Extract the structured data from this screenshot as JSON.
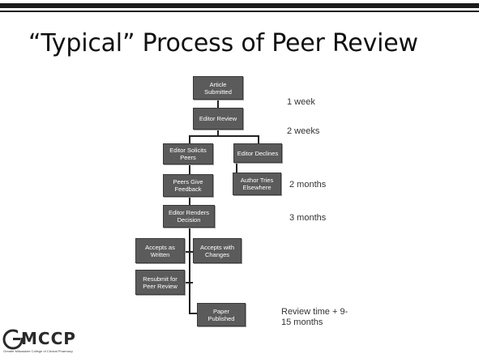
{
  "slide": {
    "title": "“Typical” Process of Peer Review"
  },
  "flowchart": {
    "nodes": {
      "article_submitted": "Article\nSubmitted",
      "editor_review": "Editor Review",
      "editor_solicits_peers": "Editor Solicits\nPeers",
      "editor_declines": "Editor Declines",
      "peers_give_feedback": "Peers Give\nFeedback",
      "author_tries_elsewhere": "Author Tries\nElsewhere",
      "editor_renders_decision": "Editor Renders\nDecision",
      "accepts_as_written": "Accepts as\nWritten",
      "accepts_with_changes": "Accepts with\nChanges",
      "resubmit_for_peer_review": "Resubmit for\nPeer Review",
      "paper_published": "Paper\nPublished"
    },
    "timings": {
      "t1": "1 week",
      "t2": "2 weeks",
      "t3": "2 months",
      "t4": "3 months",
      "t5": "Review time + 9-\n15 months"
    }
  },
  "logo": {
    "text": "MCCP",
    "initial": "G",
    "tagline": "Greater Milwaukee College of Clinical Pharmacy"
  }
}
